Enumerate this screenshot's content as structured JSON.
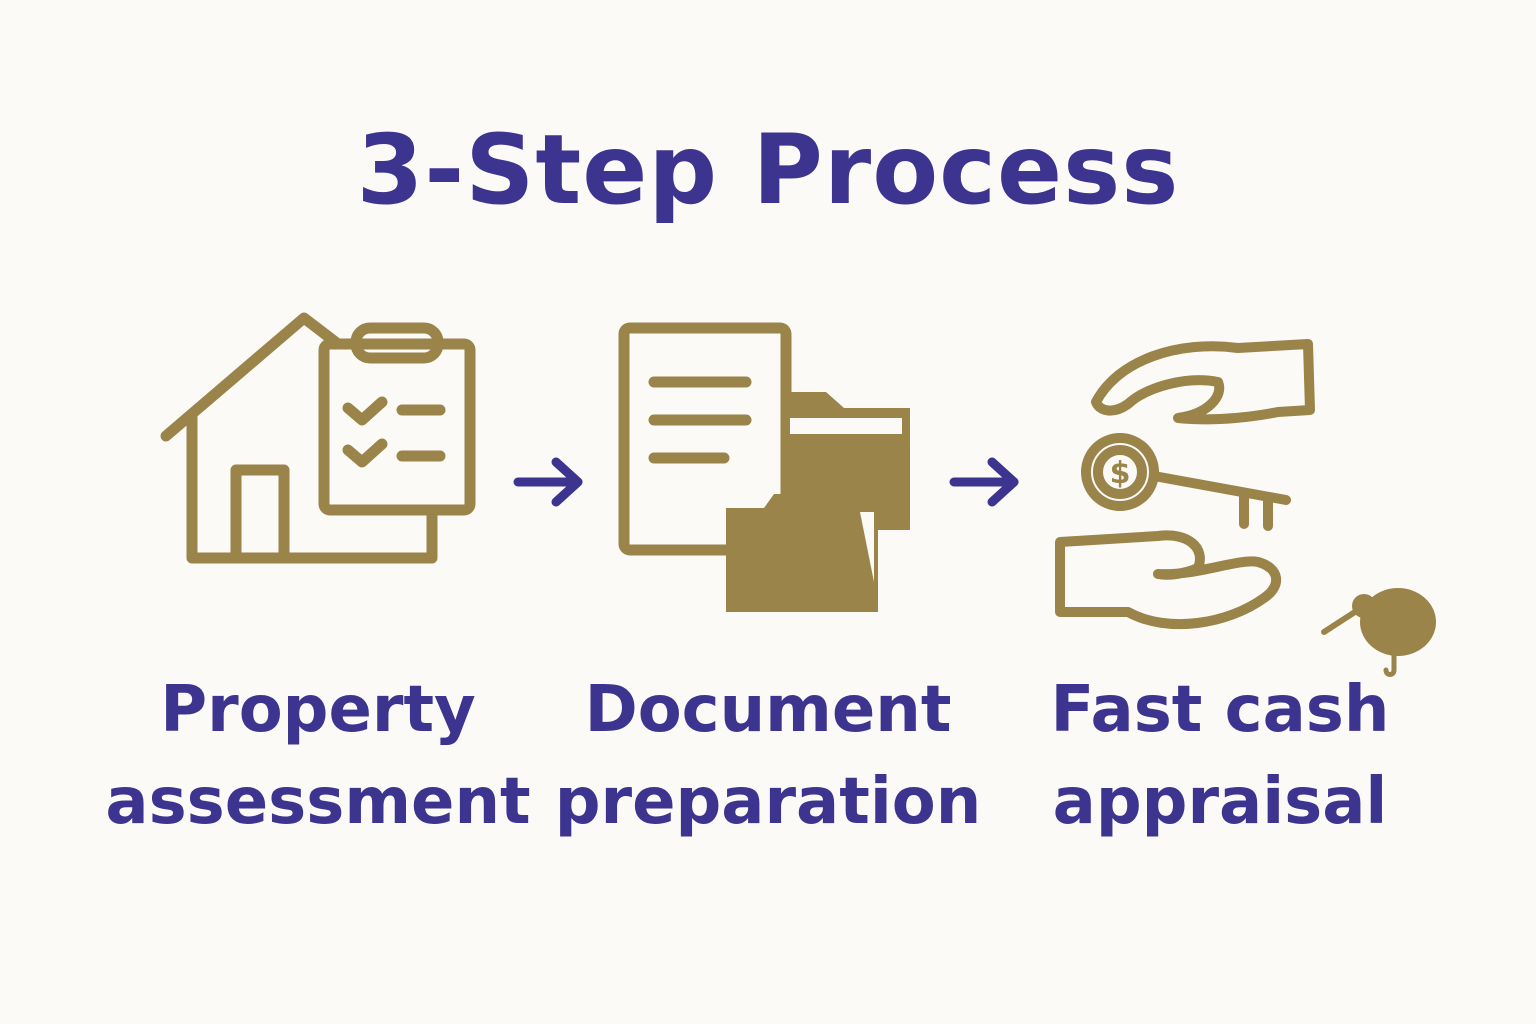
{
  "title": "3-Step Process",
  "colors": {
    "primary_text": "#3d3490",
    "icon_gold": "#9a844a",
    "background": "#fbfaf7"
  },
  "steps": [
    {
      "icon": "house-checklist-icon",
      "label_line1": "Property",
      "label_line2": "assessment"
    },
    {
      "icon": "documents-folder-icon",
      "label_line1": "Document",
      "label_line2": "preparation"
    },
    {
      "icon": "hands-coin-key-icon",
      "label_line1": "Fast cash",
      "label_line2": "appraisal"
    }
  ],
  "connectors": [
    {
      "icon": "arrow-right-icon"
    },
    {
      "icon": "arrow-right-icon"
    }
  ]
}
